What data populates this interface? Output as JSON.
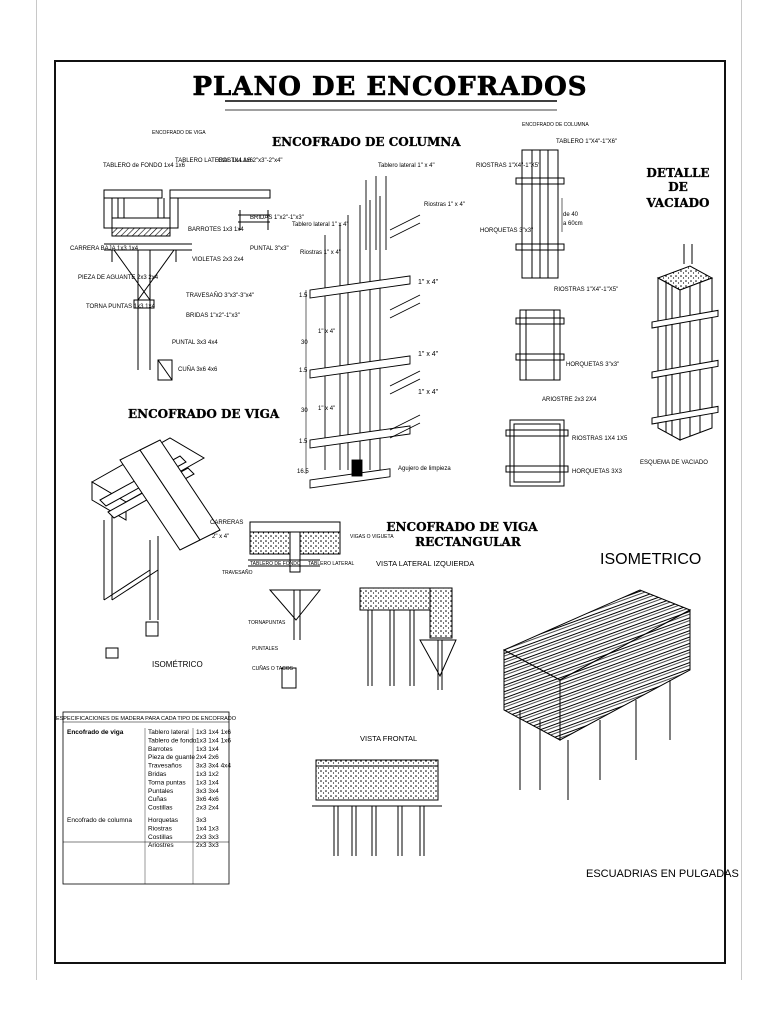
{
  "title": "PLANO DE ENCOFRADOS",
  "sections": {
    "columna": "ENCOFRADO DE COLUMNA",
    "viga": "ENCOFRADO DE VIGA",
    "viga_rect_1": "ENCOFRADO DE VIGA",
    "viga_rect_2": "RECTANGULAR",
    "detalle_1": "DETALLE",
    "detalle_2": "DE",
    "detalle_3": "VACIADO"
  },
  "viga_section": {
    "encofrado_de_viga": "ENCOFRADO DE VIGA",
    "tablero_fondo": "TABLERO de FONDO 1x4 1x6",
    "tablero_lateral": "TABLERO LATERAL 1x4 1x6",
    "costillas": "COSTILLAS 2\"x3\"-2\"x4\"",
    "bridas_top": "BRIDAS 1\"x2\"-1\"x3\"",
    "barrotes": "BARROTES 1x3 1x4",
    "carrera_baja": "CARRERA BAJA 1x3 1x4",
    "violetas": "VIOLETAS 2x3 2x4",
    "puntal_top": "PUNTAL 3\"x3\"",
    "pieza_aguante": "PIEZA DE AGUANTE 2x3 2x4",
    "travesano": "TRAVESAÑO 3\"x3\"-3\"x4\"",
    "torna_puntas": "TORNA PUNTAS 1x3 1x4",
    "bridas_low": "BRIDAS 1\"x2\"-1\"x3\"",
    "puntal_low": "PUNTAL 3x3 4x4",
    "cuna": "CUÑA 3x6 4x6"
  },
  "columna": {
    "tablero_lateral_a": "Tablero lateral 1\" x 4\"",
    "tablero_lateral_b": "Tablero lateral 1\" x 4\"",
    "riostras_a": "Riostras 1\" x 4\"",
    "riostras_b": "Riostras 1\" x 4\"",
    "one_by_four_a": "1\" x 4\"",
    "one_by_four_b": "1\" x 4\"",
    "one_by_four_c": "1\" x 4\"",
    "one_by_four_d": "1\" x 4\"",
    "one_by_four_e": "1\" x 4\"",
    "agujero": "Agujero de limpieza",
    "dims": [
      "1.5",
      "30",
      "1.5",
      "30",
      "1.5",
      "16.5"
    ]
  },
  "columna_detail": {
    "header": "ENCOFRADO DE COLUMNA",
    "tablero": "TABLERO 1\"X4\"-1\"X6\"",
    "riostras_top": "RIOSTRAS 1\"X4\"-1\"X5\"",
    "de40": "de 40",
    "a60": "a 60cm",
    "horquetas_top": "HORQUETAS 3\"x3\"",
    "riostras_mid": "RIOSTRAS 1\"X4\"-1\"X5\"",
    "horquetas_mid": "HORQUETAS 3\"x3\"",
    "ariostre": "ARIOSTRE 2x3 2X4",
    "riostras_low": "RIOSTRAS 1X4 1X5",
    "horquetas_low": "HORQUETAS 3X3"
  },
  "vaciado": {
    "esquema": "ESQUEMA DE VACIADO"
  },
  "viga_iso": {
    "isometrico": "ISOMÉTRICO",
    "carreras_1": "CARRERAS",
    "carreras_2": "2\" x 4\"",
    "tablero_fondo": "TABLERO DE FONDO",
    "tablero_lateral": "TABLERO LATERAL",
    "travesano": "TRAVESAÑO",
    "viga_soquete": "VIGAS O VIGUETA",
    "tornapuntas": "TORNAPUNTAS",
    "puntales": "PUNTALES",
    "cunas": "CUÑAS O TACOS"
  },
  "viga_rect": {
    "vista_lateral": "VISTA LATERAL IZQUIERDA",
    "vista_frontal": "VISTA FRONTAL"
  },
  "isometrico": {
    "title": "ISOMETRICO",
    "footer": "ESCUADRIAS EN PULGADAS"
  },
  "table": {
    "caption": "ESPECIFICACIONES DE MADERA PARA CADA TIPO DE ENCOFRADO",
    "groups": [
      {
        "name": "Encofrado de viga",
        "rows": [
          [
            "Tablero lateral",
            "1x3 1x4 1x6"
          ],
          [
            "Tablero de fondo",
            "1x3 1x4 1x6"
          ],
          [
            "Barrotes",
            "1x3 1x4"
          ],
          [
            "Pieza de guante",
            "2x4 2x6"
          ],
          [
            "Travesaños",
            "3x3 3x4 4x4"
          ],
          [
            "Bridas",
            "1x3 1x2"
          ],
          [
            "Torna puntas",
            "1x3 1x4"
          ],
          [
            "Puntales",
            "3x3 3x4"
          ],
          [
            "Cuñas",
            "3x6 4x6"
          ],
          [
            "Costillas",
            "2x3 2x4"
          ]
        ]
      },
      {
        "name": "Encofrado de columna",
        "rows": [
          [
            "Horquetas",
            "3x3"
          ],
          [
            "Riostras",
            "1x4 1x3"
          ],
          [
            "Costillas",
            "2x3 3x3"
          ],
          [
            "Ariostres",
            "2x3 3x3"
          ]
        ]
      }
    ]
  }
}
